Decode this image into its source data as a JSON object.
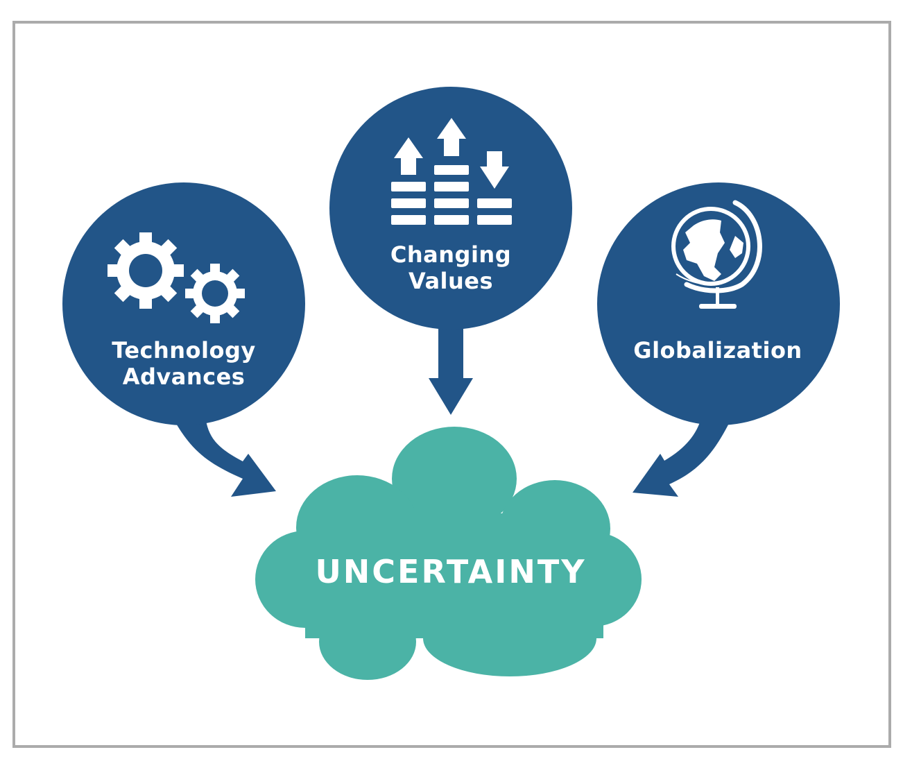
{
  "diagram": {
    "nodes": [
      {
        "id": "technology",
        "label_line1": "Technology",
        "label_line2": "Advances",
        "icon": "gears-icon"
      },
      {
        "id": "values",
        "label_line1": "Changing",
        "label_line2": "Values",
        "icon": "bars-arrows-icon"
      },
      {
        "id": "globalization",
        "label_line1": "Globalization",
        "icon": "globe-icon"
      }
    ],
    "target": {
      "id": "uncertainty",
      "label": "UNCERTAINTY",
      "shape": "cloud"
    },
    "edges": [
      {
        "from": "technology",
        "to": "uncertainty"
      },
      {
        "from": "values",
        "to": "uncertainty"
      },
      {
        "from": "globalization",
        "to": "uncertainty"
      }
    ],
    "colors": {
      "node_fill": "#225588",
      "cloud_fill": "#4bb3a6",
      "text": "#ffffff",
      "frame_border": "#ababab"
    }
  }
}
